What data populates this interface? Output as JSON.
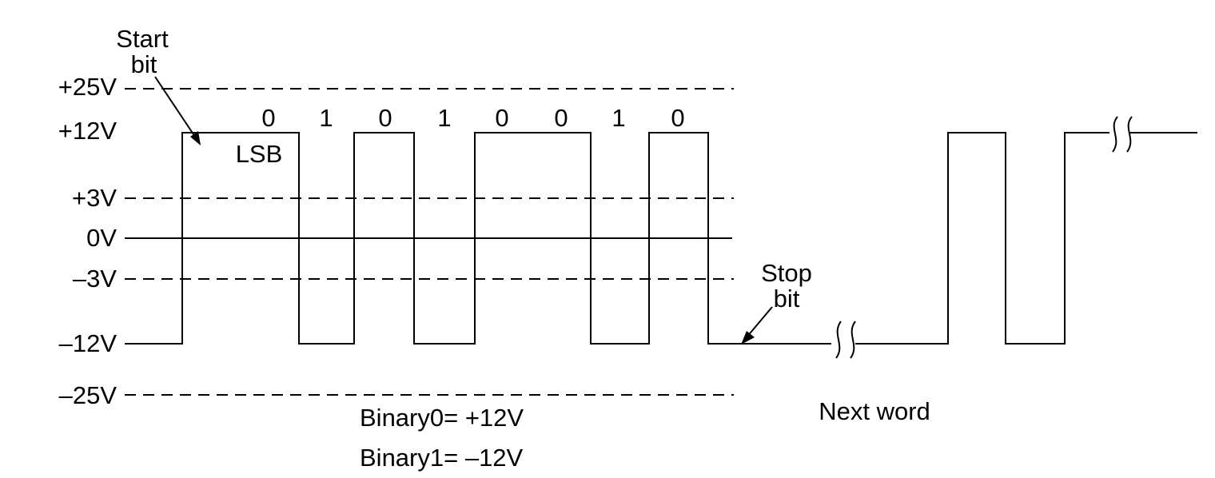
{
  "levels": {
    "plus25": "+25V",
    "plus12": "+12V",
    "plus3": "+3V",
    "zero": "0V",
    "minus3": "–3V",
    "minus12": "–12V",
    "minus25": "–25V"
  },
  "bits": [
    "0",
    "1",
    "0",
    "1",
    "0",
    "0",
    "1",
    "0"
  ],
  "labels": {
    "start_bit_line1": "Start",
    "start_bit_line2": "bit",
    "lsb": "LSB",
    "stop_bit_line1": "Stop",
    "stop_bit_line2": "bit",
    "next_word": "Next word",
    "binary0": "Binary0= +12V",
    "binary1": "Binary1= –12V"
  },
  "colors": {
    "stroke": "#000000",
    "background": "#ffffff"
  }
}
